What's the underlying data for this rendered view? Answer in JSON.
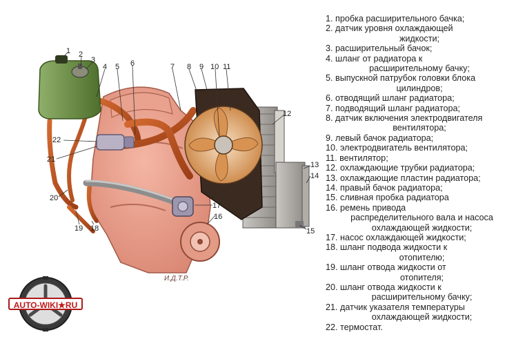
{
  "callouts": [
    "1",
    "2",
    "3",
    "4",
    "5",
    "6",
    "7",
    "8",
    "9",
    "10",
    "11",
    "12",
    "13",
    "14",
    "15",
    "16",
    "17",
    "18",
    "19",
    "20",
    "21",
    "22"
  ],
  "stamp": "И.Д.Т.Р.",
  "logo": {
    "text": "AUTO-WIKI★RU",
    "accent": "#c01717"
  },
  "legend": [
    {
      "num": "1. ",
      "l1": "пробка расширительного бачка;",
      "l2": ""
    },
    {
      "num": "2. ",
      "l1": "датчик уровня охлаждающей",
      "l2": "жидкости;"
    },
    {
      "num": "3. ",
      "l1": "расширительный бачок;",
      "l2": ""
    },
    {
      "num": "4. ",
      "l1": "шланг от радиатора к",
      "l2": "расширительному бачку;"
    },
    {
      "num": "5. ",
      "l1": "выпускной патрубок головки блока",
      "l2": "цилиндров;"
    },
    {
      "num": "6. ",
      "l1": "отводящий шланг радиатора;",
      "l2": ""
    },
    {
      "num": "7. ",
      "l1": "подводящий шланг радиатора;",
      "l2": ""
    },
    {
      "num": "8. ",
      "l1": "датчик включения электродвигателя",
      "l2": "вентилятора;"
    },
    {
      "num": "9. ",
      "l1": "левый бачок радиатора;",
      "l2": ""
    },
    {
      "num": "10. ",
      "l1": "электродвигатель вентилятора;",
      "l2": ""
    },
    {
      "num": "11. ",
      "l1": "вентилятор;",
      "l2": ""
    },
    {
      "num": "12. ",
      "l1": "охлаждающие трубки радиатора;",
      "l2": ""
    },
    {
      "num": "13. ",
      "l1": "охлаждающие пластин  радиатора;",
      "l2": ""
    },
    {
      "num": "14. ",
      "l1": "правый бачок радиатора;",
      "l2": ""
    },
    {
      "num": "15. ",
      "l1": "сливная пробка радиатора",
      "l2": ""
    },
    {
      "num": "16. ",
      "l1": "ремень привода",
      "l2": "распределительного вала и насоса охлаждающей жидкости;"
    },
    {
      "num": "17. ",
      "l1": "насос охлаждающей жидкости;",
      "l2": ""
    },
    {
      "num": "18. ",
      "l1": "шланг подвода жидкости к",
      "l2": "отопителю;"
    },
    {
      "num": "19. ",
      "l1": "шланг отвода жидкости от",
      "l2": "отопителя;"
    },
    {
      "num": "20. ",
      "l1": "шланг отвода жидкости к",
      "l2": "расширительному бачку;"
    },
    {
      "num": "21. ",
      "l1": "датчик указателя температуры",
      "l2": "охлаждающей жидкости;"
    },
    {
      "num": "22. ",
      "l1": "термостат.",
      "l2": ""
    }
  ]
}
